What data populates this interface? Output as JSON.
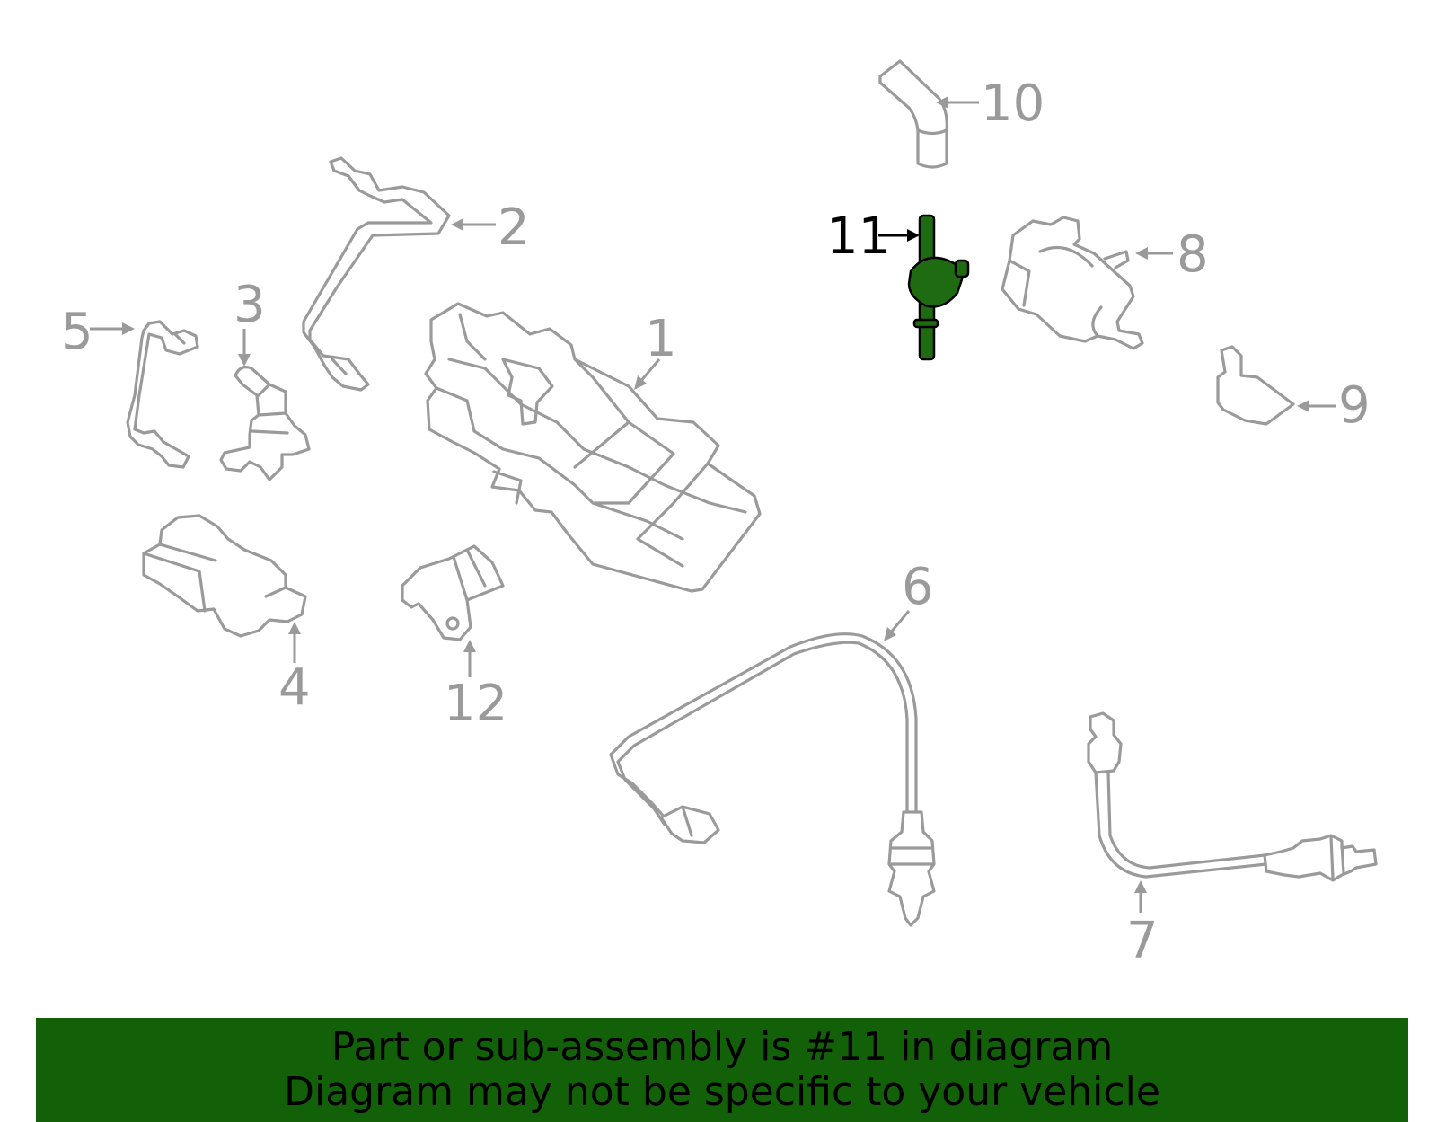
{
  "diagram": {
    "highlight_color": "#1e6b12",
    "callouts": [
      {
        "id": "1",
        "label": "1"
      },
      {
        "id": "2",
        "label": "2"
      },
      {
        "id": "3",
        "label": "3"
      },
      {
        "id": "4",
        "label": "4"
      },
      {
        "id": "5",
        "label": "5"
      },
      {
        "id": "6",
        "label": "6"
      },
      {
        "id": "7",
        "label": "7"
      },
      {
        "id": "8",
        "label": "8"
      },
      {
        "id": "9",
        "label": "9"
      },
      {
        "id": "10",
        "label": "10"
      },
      {
        "id": "11",
        "label": "11",
        "highlighted": true
      },
      {
        "id": "12",
        "label": "12"
      }
    ]
  },
  "banner": {
    "line1": "Part or sub-assembly is #11 in diagram",
    "line2": "Diagram may not be specific to your vehicle",
    "background": "#126109"
  }
}
